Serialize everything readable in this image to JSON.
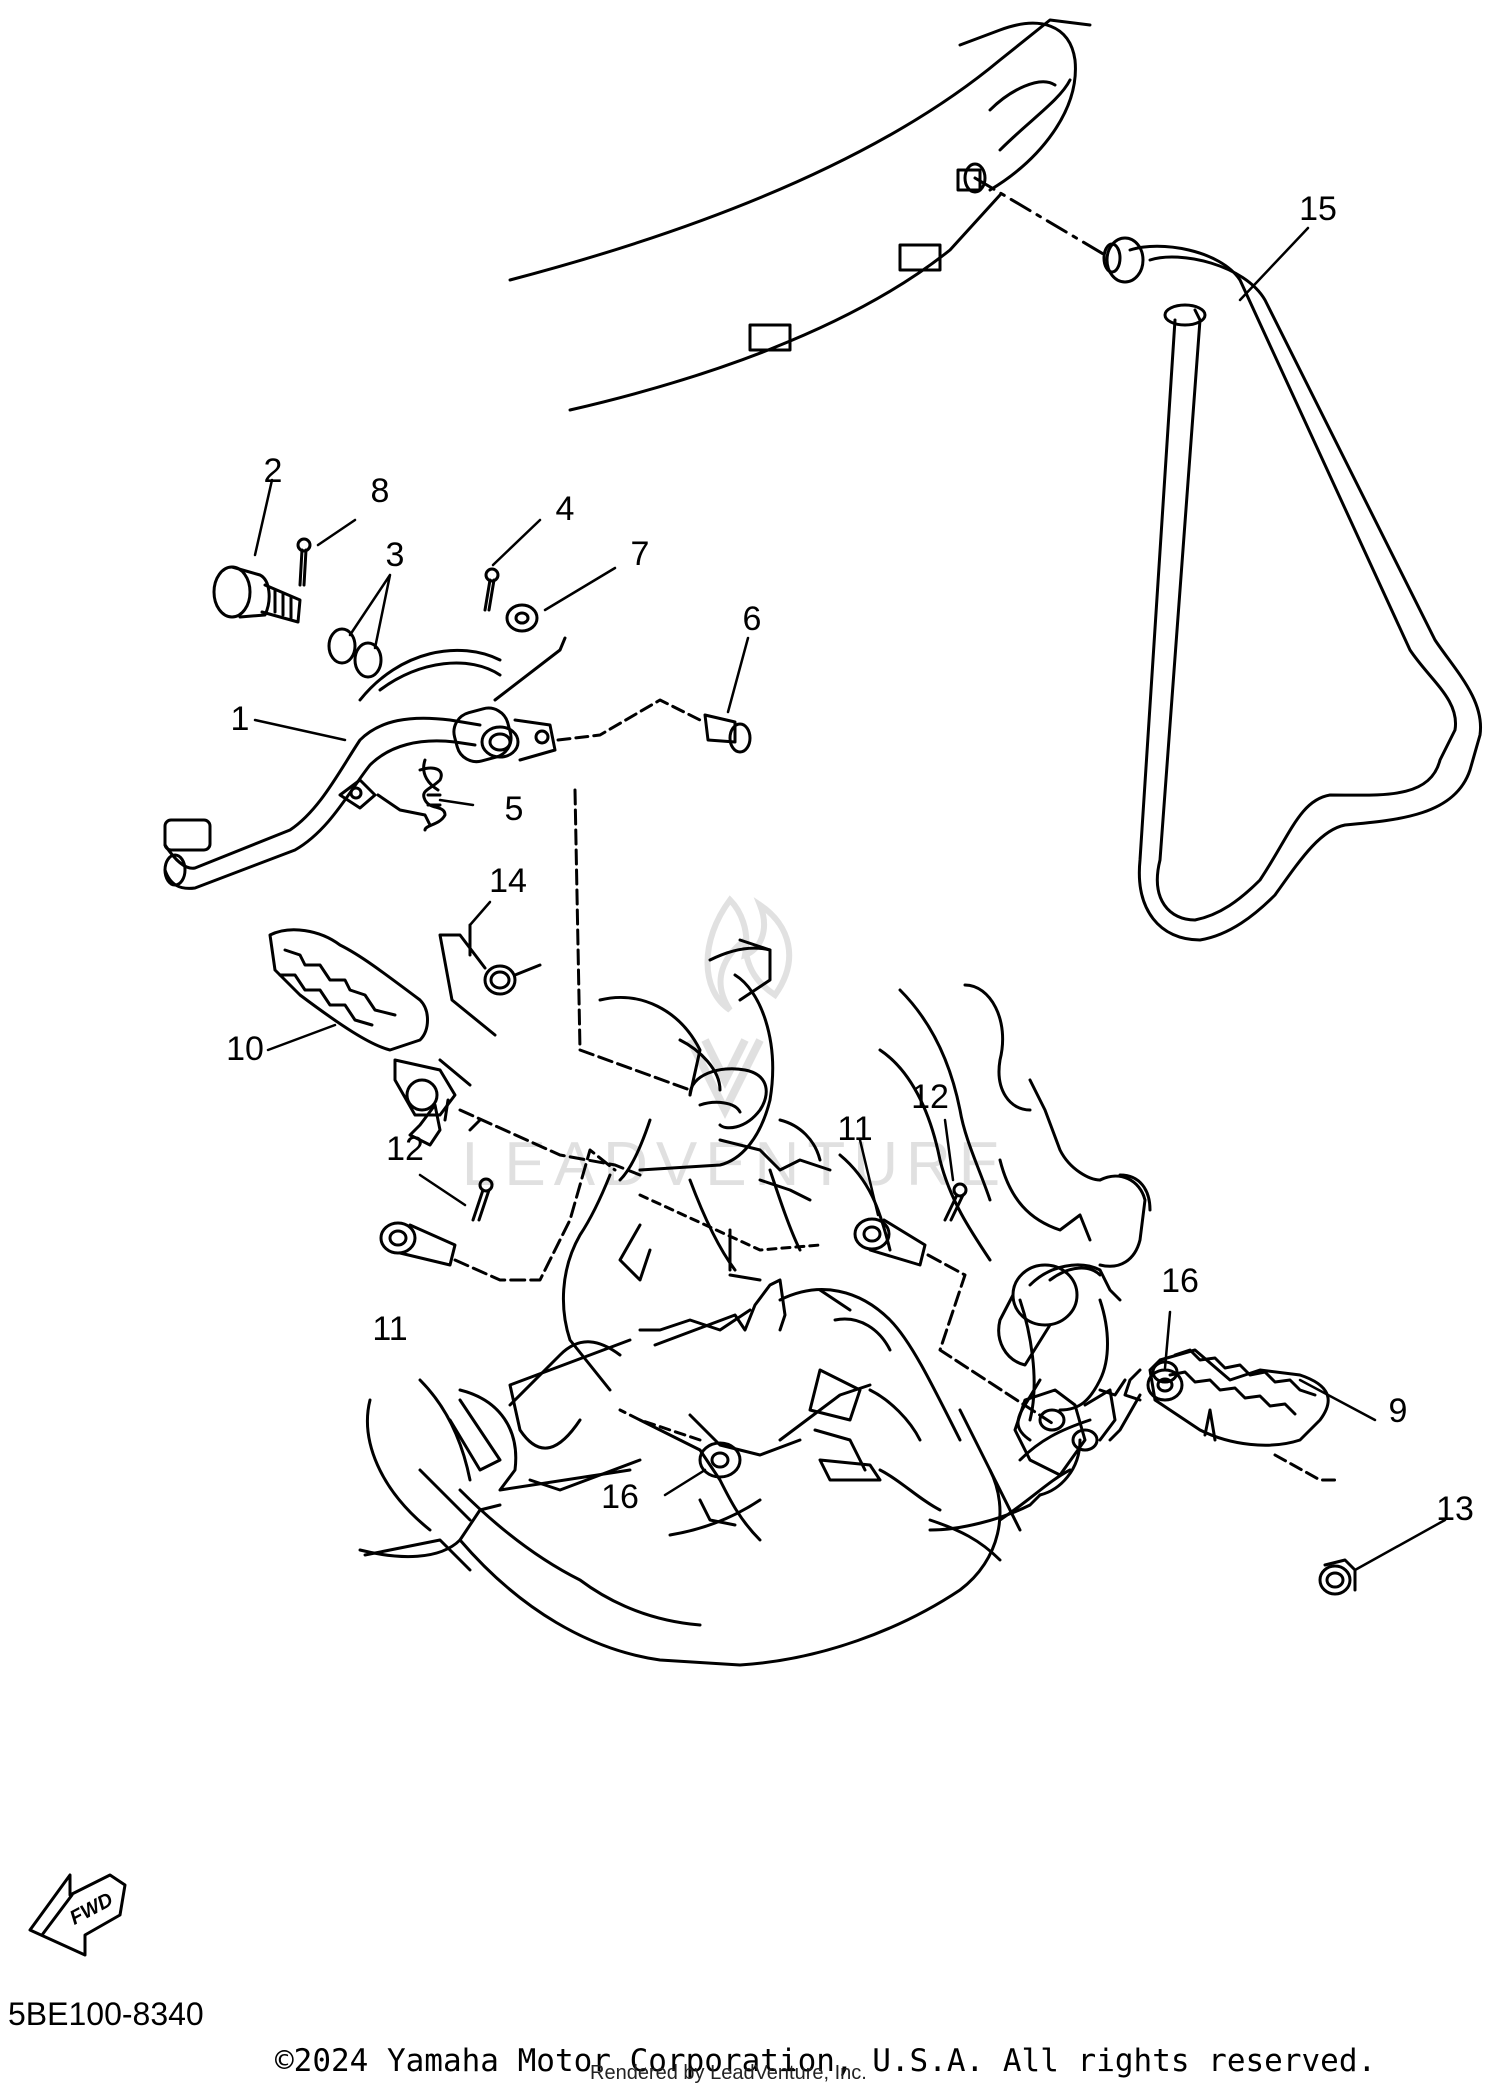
{
  "watermark": {
    "text": "LEADVENTURE",
    "color": "#c8c8c8"
  },
  "colors": {
    "line": "#000000",
    "background": "#ffffff"
  },
  "callouts": [
    {
      "label": "1",
      "part": "shift-pedal"
    },
    {
      "label": "2",
      "part": "pivot-shaft"
    },
    {
      "label": "3",
      "part": "o-rings"
    },
    {
      "label": "4",
      "part": "cotter-pin"
    },
    {
      "label": "5",
      "part": "return-spring"
    },
    {
      "label": "6",
      "part": "pin"
    },
    {
      "label": "7",
      "part": "washer"
    },
    {
      "label": "8",
      "part": "cotter-pin"
    },
    {
      "label": "9",
      "part": "footrest-right"
    },
    {
      "label": "10",
      "part": "footrest-left"
    },
    {
      "label": "11",
      "part": "footrest-pin"
    },
    {
      "label": "11",
      "part": "footrest-pin"
    },
    {
      "label": "12",
      "part": "cotter-pin"
    },
    {
      "label": "12",
      "part": "cotter-pin"
    },
    {
      "label": "13",
      "part": "clip"
    },
    {
      "label": "14",
      "part": "torsion-spring"
    },
    {
      "label": "15",
      "part": "stand"
    },
    {
      "label": "16",
      "part": "washer"
    },
    {
      "label": "16",
      "part": "washer"
    }
  ],
  "fwd_arrow": {
    "label": "FWD"
  },
  "footer": {
    "diagram_code": "5BE100-8340",
    "copyright": "©2024 Yamaha Motor Corporation, U.S.A. All rights reserved.",
    "rendered_by": "Rendered by LeadVenture, Inc."
  }
}
